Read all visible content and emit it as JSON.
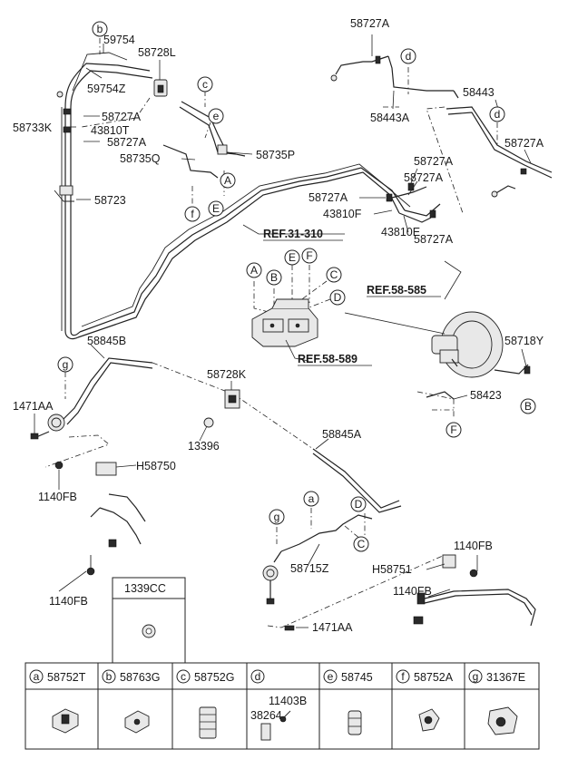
{
  "labels": {
    "p59754": "59754",
    "p58728L": "58728L",
    "p59754Z": "59754Z",
    "p58733K": "58733K",
    "p58727A_1": "58727A",
    "p43810T": "43810T",
    "p58727A_2": "58727A",
    "p58735P": "58735P",
    "p58735Q": "58735Q",
    "p58723": "58723",
    "p58727A_top": "58727A",
    "p58443": "58443",
    "p58443A": "58443A",
    "p58727A_r": "58727A",
    "p58727A_m1": "58727A",
    "p58727A_m2": "58727A",
    "p58727A_m3": "58727A",
    "p43810F": "43810F",
    "p43810E": "43810E",
    "p58727A_m4": "58727A",
    "p58845B": "58845B",
    "p58728K": "58728K",
    "p58718Y": "58718Y",
    "p58423": "58423",
    "p1471AA_1": "1471AA",
    "p13396": "13396",
    "p58845A": "58845A",
    "pH58750": "H58750",
    "p1140FB_1": "1140FB",
    "p1140FB_2": "1140FB",
    "p58715Z": "58715Z",
    "pH58751": "H58751",
    "p1140FB_3": "1140FB",
    "p1140FB_4": "1140FB",
    "p1471AA_2": "1471AA"
  },
  "refs": {
    "r31310": "REF.31-310",
    "r58585": "REF.58-585",
    "r58589": "REF.58-589"
  },
  "callouts": {
    "b_top": "b",
    "c_top": "c",
    "e_top": "e",
    "A_top": "A",
    "f_top": "f",
    "E_top": "E",
    "d_top": "d",
    "d_right": "d",
    "A_abs": "A",
    "B_abs": "B",
    "E_abs": "E",
    "F_abs": "F",
    "C_abs": "C",
    "D_abs": "D",
    "g_left": "g",
    "B_right": "B",
    "F_right": "F",
    "a_mid": "a",
    "D_mid": "D",
    "g_mid": "g",
    "C_mid": "C"
  },
  "inset": {
    "label": "1339CC"
  },
  "legend_table": [
    {
      "letter": "a",
      "part": "58752T"
    },
    {
      "letter": "b",
      "part": "58763G"
    },
    {
      "letter": "c",
      "part": "58752G"
    },
    {
      "letter": "d",
      "part": "",
      "sub1": "11403B",
      "sub2": "38264"
    },
    {
      "letter": "e",
      "part": "58745"
    },
    {
      "letter": "f",
      "part": "58752A"
    },
    {
      "letter": "g",
      "part": "31367E"
    }
  ]
}
